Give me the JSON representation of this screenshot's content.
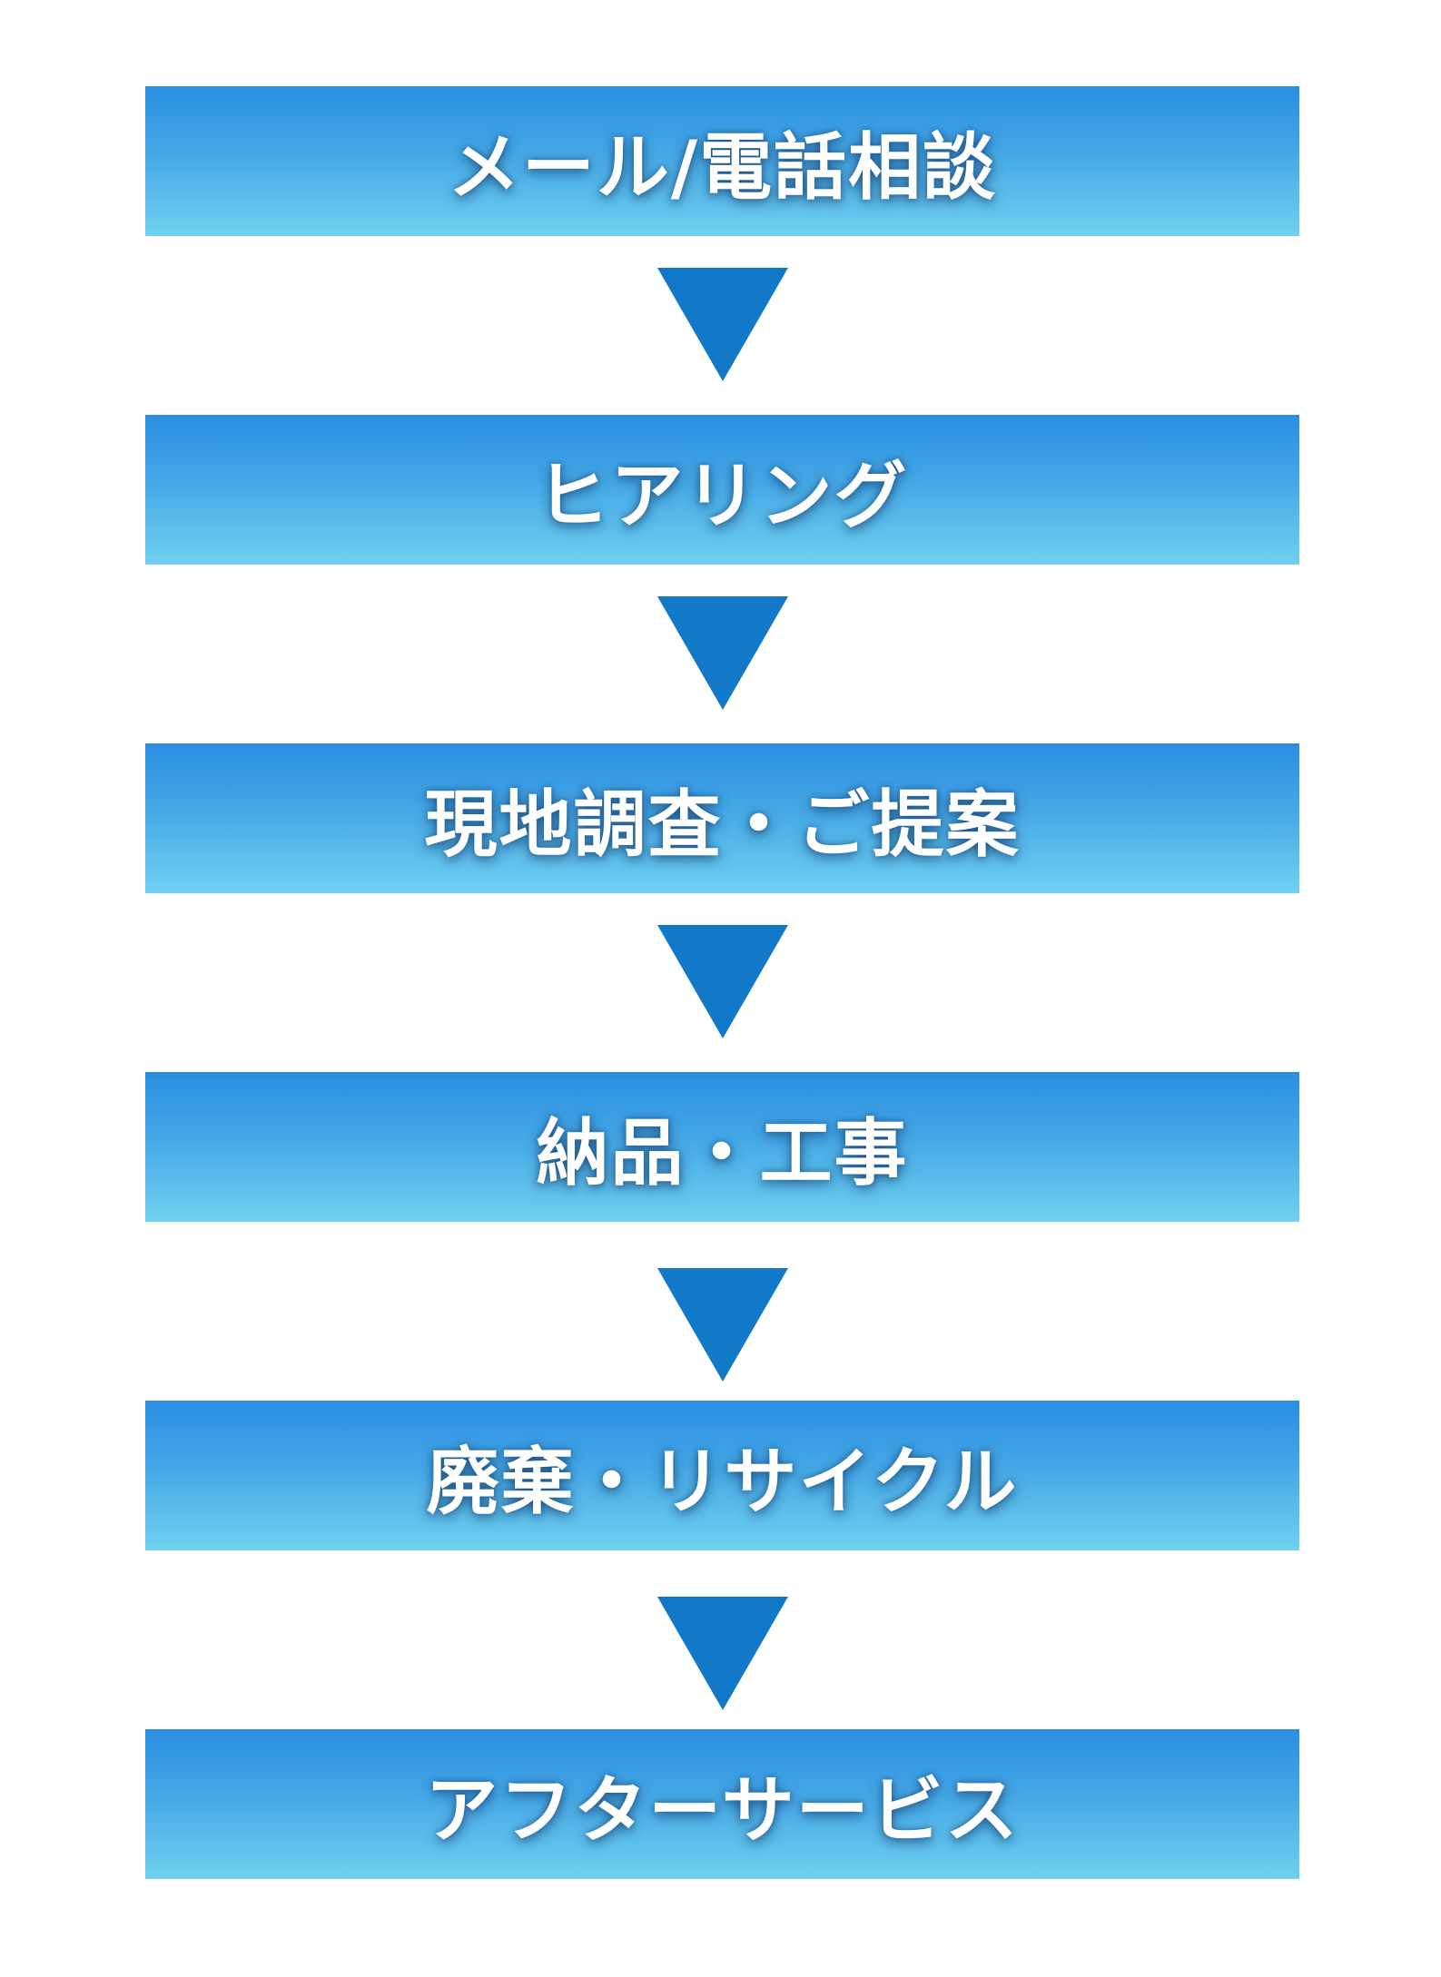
{
  "steps": [
    {
      "label": "メール/電話相談"
    },
    {
      "label": "ヒアリング"
    },
    {
      "label": "現地調査・ご提案"
    },
    {
      "label": "納品・工事"
    },
    {
      "label": "廃棄・リサイクル"
    },
    {
      "label": "アフターサービス"
    }
  ],
  "colors": {
    "box_top": "#2b8ee2",
    "box_bottom": "#70d1f0",
    "arrow": "#1279c8"
  }
}
